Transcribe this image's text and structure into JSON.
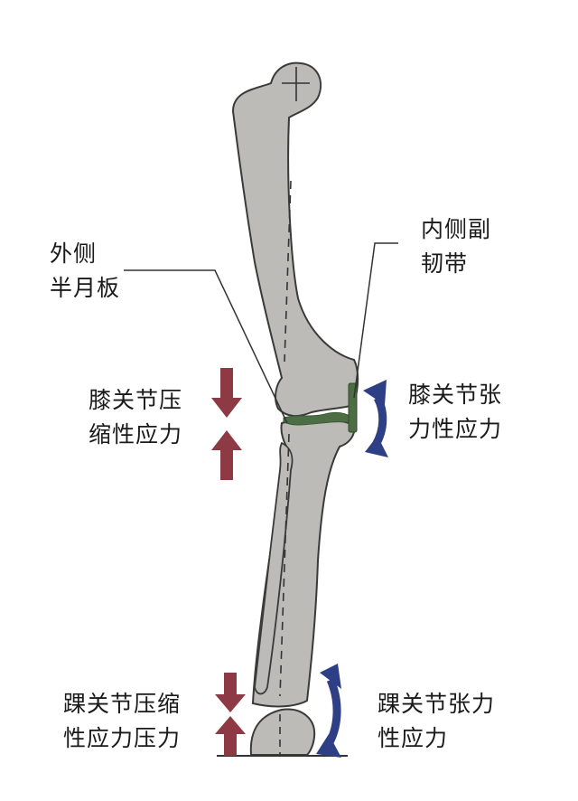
{
  "labels": {
    "lateral_meniscus": [
      "外侧",
      "半月板"
    ],
    "medial_collateral_ligament": [
      "内侧副",
      "韧带"
    ],
    "knee_compressive": [
      "膝关节压",
      "缩性应力"
    ],
    "knee_tensile": [
      "膝关节张",
      "力性应力"
    ],
    "ankle_compressive": [
      "踝关节压缩",
      "性应力压力"
    ],
    "ankle_tensile": [
      "踝关节张力",
      "性应力"
    ]
  },
  "colors": {
    "bone_fill": "#bcbbb8",
    "bone_outline": "#3a3a3a",
    "compression_arrow": "#8e3a44",
    "tension_arrow": "#2e3f86",
    "ligament": "#4d6e45",
    "leader_line": "#333333"
  },
  "icons": {
    "compression": "arrow-pair-pointing-inward",
    "tension": "curved-double-headed-arrow"
  }
}
